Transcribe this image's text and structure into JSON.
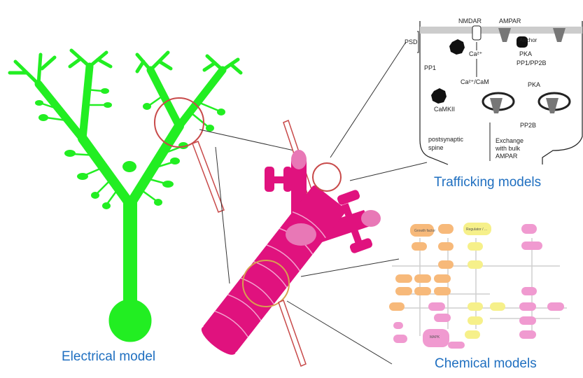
{
  "captions": {
    "electrical": "Electrical model",
    "trafficking": "Trafficking models",
    "chemical": "Chemical models"
  },
  "trafficking_inset": {
    "psd": "PSD",
    "nmdar": "NMDAR",
    "ampar": "AMPAR",
    "pp1": "PP1",
    "ca": "Ca²⁺",
    "ca_cam": "Ca²⁺/CaM",
    "camkii": "CaMKII",
    "anchor": "Anchor",
    "pka_top": "PKA",
    "pp1_pp2b": "PP1/PP2B",
    "pka_mid": "PKA",
    "pp2b": "PP2B",
    "spine_line1": "postsynaptic",
    "spine_line2": "spine",
    "exchange_line1": "Exchange",
    "exchange_line2": "with bulk",
    "exchange_line3": "AMPAR"
  },
  "chemical_inset": {
    "nodes": [
      "Growth factor",
      "Regulator / ...",
      "MAPK"
    ]
  },
  "colors": {
    "neuron": "#22ee22",
    "dendrite": "#e0127e",
    "dendrite_light": "#e878b6",
    "caption": "#1f6fc0",
    "magnifier": "#c84a4a",
    "orange_node": "#f7b97a",
    "yellow_node": "#f6f08a",
    "pink_node": "#f09ad0"
  }
}
